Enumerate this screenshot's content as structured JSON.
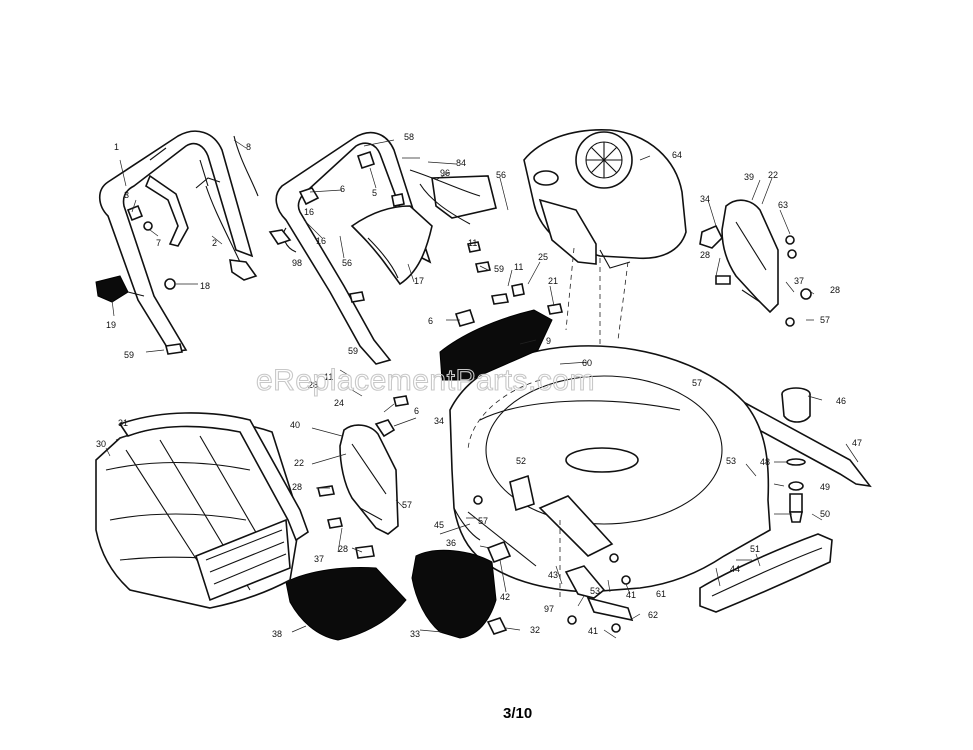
{
  "watermark": "eReplacementParts.com",
  "page_number": "3/10",
  "labels": {
    "l1": "1",
    "l2": "2",
    "l3": "3",
    "l5": "5",
    "l6a": "6",
    "l6b": "6",
    "l6c": "6",
    "l7": "7",
    "l8": "8",
    "l9": "9",
    "l11a": "11",
    "l11b": "11",
    "l16a": "16",
    "l16b": "16",
    "l17": "17",
    "l18": "18",
    "l19": "19",
    "l21": "21",
    "l22a": "22",
    "l22b": "22",
    "l24": "24",
    "l25": "25",
    "l28a": "28",
    "l28b": "28",
    "l28c": "28",
    "l28d": "28",
    "l30": "30",
    "l31": "31",
    "l32": "32",
    "l33": "33",
    "l34a": "34",
    "l34b": "34",
    "l36": "36",
    "l37a": "37",
    "l37b": "37",
    "l38": "38",
    "l39": "39",
    "l40": "40",
    "l41a": "41",
    "l41b": "41",
    "l42": "42",
    "l43": "43",
    "l44": "44",
    "l45": "45",
    "l46": "46",
    "l47": "47",
    "l48": "48",
    "l49": "49",
    "l50": "50",
    "l51": "51",
    "l52": "52",
    "l53a": "53",
    "l53b": "53",
    "l56a": "56",
    "l56b": "56",
    "l57a": "57",
    "l57b": "57",
    "l57c": "57",
    "l57d": "57",
    "l58": "58",
    "l59a": "59",
    "l59b": "59",
    "l59c": "59",
    "l60": "60",
    "l61": "61",
    "l62": "62",
    "l63": "63",
    "l64": "64",
    "l84": "84",
    "l96": "96",
    "l97": "97",
    "l98": "98"
  },
  "colors": {
    "ink": "#111111",
    "watermark": "#c8c8c8",
    "background": "#ffffff"
  },
  "icons": [
    "engine-icon",
    "lower-handle-icon",
    "upper-handle-icon",
    "grass-bag-icon",
    "mower-deck-icon",
    "blade-icon",
    "rear-door-icon",
    "mulch-plug-icon"
  ]
}
